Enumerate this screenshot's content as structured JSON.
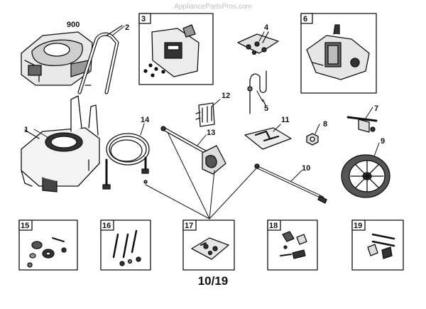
{
  "watermark": "AppliancePartsPros.com",
  "page_code": "10/19",
  "callouts": {
    "c900": "900",
    "c1": "1",
    "c2": "2",
    "c3": "3",
    "c4": "4",
    "c5": "5",
    "c6": "6",
    "c7": "7",
    "c8": "8",
    "c9": "9",
    "c10": "10",
    "c11": "11",
    "c12": "12",
    "c13": "13",
    "c14": "14",
    "c15": "15",
    "c16": "16",
    "c17": "17",
    "c18": "18",
    "c19": "19"
  },
  "colors": {
    "ink": "#111111",
    "fill_dark": "#333333",
    "fill_mid": "#777777",
    "fill_light": "#d8d8d8"
  }
}
